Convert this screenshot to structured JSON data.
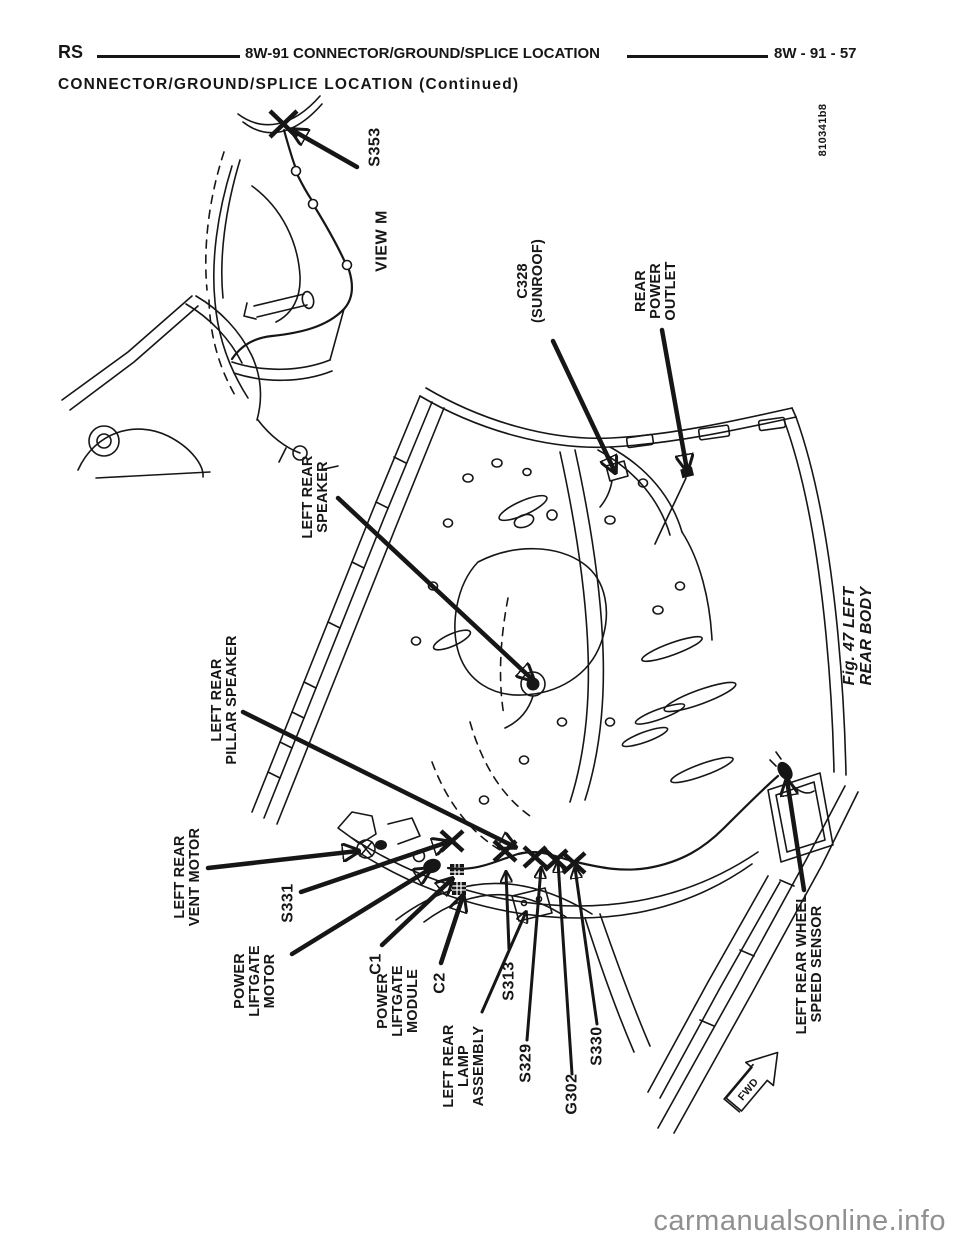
{
  "header": {
    "model_code": "RS",
    "section_title": "8W-91 CONNECTOR/GROUND/SPLICE LOCATION",
    "page_ref": "8W - 91 - 57",
    "continued_title": "CONNECTOR/GROUND/SPLICE LOCATION (Continued)"
  },
  "figure": {
    "caption": "Fig. 47 LEFT REAR BODY",
    "view_label": "VIEW M",
    "plate_code": "810341b8",
    "direction_arrow_label": "FWD",
    "callouts": [
      {
        "id": "s353",
        "label": "S353"
      },
      {
        "id": "c328-sunroof",
        "label": "C328\n(SUNROOF)"
      },
      {
        "id": "rear-power-outlet",
        "label": "REAR\nPOWER\nOUTLET"
      },
      {
        "id": "left-rear-speaker",
        "label": "LEFT REAR\nSPEAKER"
      },
      {
        "id": "left-rear-pillar-speaker",
        "label": "LEFT REAR\nPILLAR SPEAKER"
      },
      {
        "id": "left-rear-vent-motor",
        "label": "LEFT REAR\nVENT MOTOR"
      },
      {
        "id": "s331",
        "label": "S331"
      },
      {
        "id": "power-liftgate-motor",
        "label": "POWER\nLIFTGATE\nMOTOR"
      },
      {
        "id": "c1",
        "label": "C1"
      },
      {
        "id": "power-liftgate-module",
        "label": "POWER\nLIFTGATE\nMODULE"
      },
      {
        "id": "c2",
        "label": "C2"
      },
      {
        "id": "left-rear-lamp-assembly",
        "label": "LEFT REAR\nLAMP\nASSEMBLY"
      },
      {
        "id": "s313",
        "label": "S313"
      },
      {
        "id": "s329",
        "label": "S329"
      },
      {
        "id": "g302",
        "label": "G302"
      },
      {
        "id": "s330",
        "label": "S330"
      },
      {
        "id": "left-rear-wheel-speed-sensor",
        "label": "LEFT REAR WHEEL\nSPEED SENSOR"
      }
    ]
  },
  "watermark": "carmanualsonline.info",
  "colors": {
    "ink": "#161616",
    "watermark": "#909090",
    "paper": "#ffffff"
  }
}
